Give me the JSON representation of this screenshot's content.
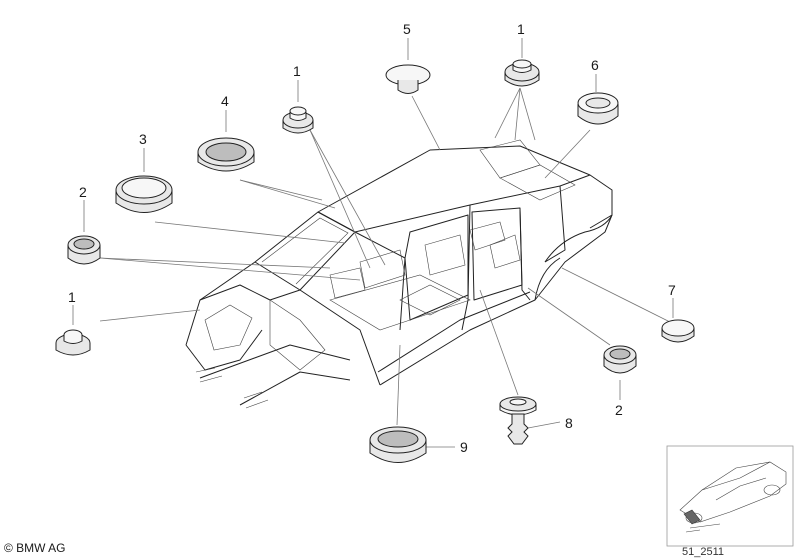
{
  "callouts": {
    "c1_left": "1",
    "c2_left": "2",
    "c3": "3",
    "c4": "4",
    "c1_mid": "1",
    "c5": "5",
    "c1_top": "1",
    "c6": "6",
    "c7": "7",
    "c2_right": "2",
    "c8": "8",
    "c9": "9"
  },
  "footer": {
    "copyright": "© BMW AG",
    "diagram_id": "51_2511"
  }
}
